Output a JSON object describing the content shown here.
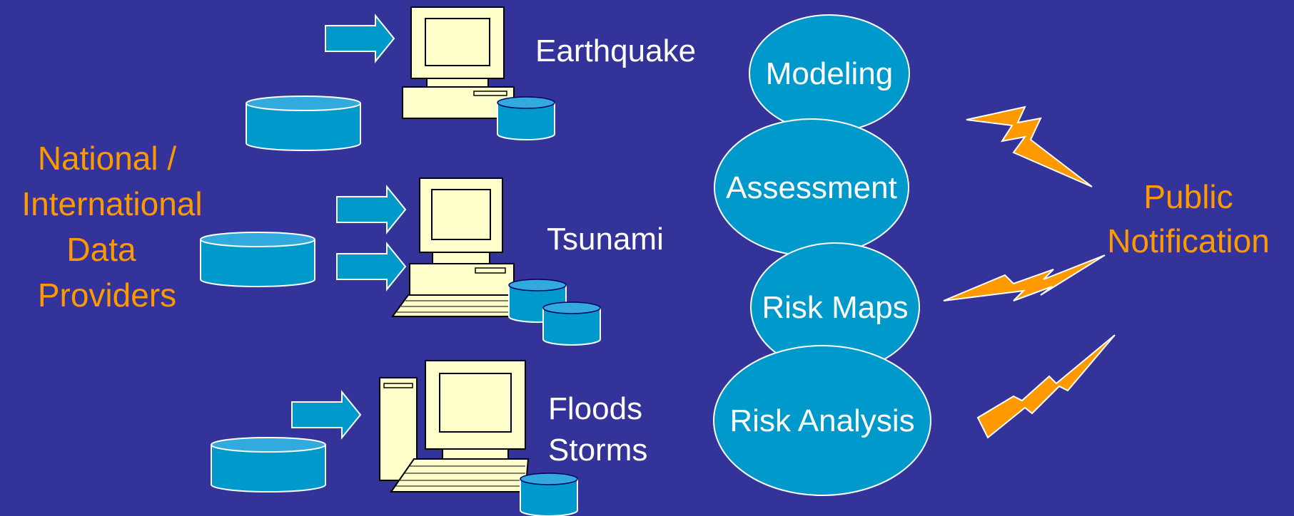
{
  "diagram": {
    "providers_label": {
      "lines": [
        "National /",
        "International",
        "Data",
        "Providers"
      ],
      "color": "#ff9900"
    },
    "hazards": {
      "earthquake": "Earthquake",
      "tsunami": "Tsunami",
      "floods": "Floods",
      "storms": "Storms"
    },
    "process_nodes": [
      "Modeling",
      "Assessment",
      "Risk Maps",
      "Risk Analysis"
    ],
    "notification_label": {
      "lines": [
        "Public",
        "Notification"
      ],
      "color": "#ff9900"
    },
    "colors": {
      "background": "#333399",
      "node_fill": "#0099cc",
      "computer_fill": "#ffffcc",
      "database_fill": "#0099cc",
      "arrow_fill": "#0099cc",
      "lightning_fill": "#ff9900"
    },
    "icons": [
      "computer-icon",
      "database-icon",
      "arrow-right-icon",
      "lightning-bolt-icon"
    ]
  }
}
